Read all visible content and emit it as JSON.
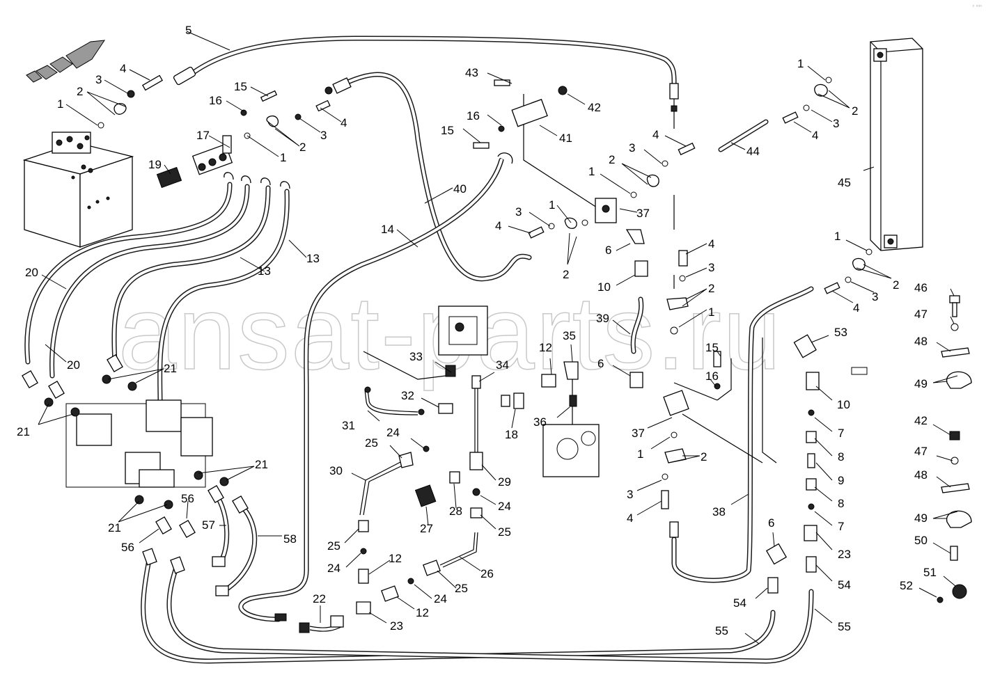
{
  "watermark": "ansat-parts.ru",
  "corner_mark": "▫ ▫▫▫",
  "callouts": {
    "c5": "5",
    "c4a": "4",
    "c3a": "3",
    "c2a": "2",
    "c1a": "1",
    "c15a": "15",
    "c16a": "16",
    "c17": "17",
    "c19": "19",
    "c4b": "4",
    "c3b": "3",
    "c2b": "2",
    "c1b": "1",
    "c13a": "13",
    "c13b": "13",
    "c20a": "20",
    "c20b": "20",
    "c21a": "21",
    "c21b": "21",
    "c21c": "21",
    "c21d": "21",
    "c56a": "56",
    "c56b": "56",
    "c57": "57",
    "c58": "58",
    "c14": "14",
    "c40": "40",
    "c43": "43",
    "c42": "42",
    "c16b": "16",
    "c15b": "15",
    "c41": "41",
    "c37a": "37",
    "c1c": "1",
    "c3c": "3",
    "c4c": "4",
    "c2c": "2",
    "c6a": "6",
    "c10a": "10",
    "c39": "39",
    "c6b": "6",
    "c4d": "4",
    "c3d": "3",
    "c2d": "2",
    "c1d": "1",
    "c1e": "1",
    "c2e": "2",
    "c3e": "3",
    "c4e": "4",
    "c44": "44",
    "c45": "45",
    "c4f": "4",
    "c3f": "3",
    "c2f": "2",
    "c1f": "1",
    "c1g": "1",
    "c2g": "2",
    "c3g": "3",
    "c4g": "4",
    "c15c": "15",
    "c16c": "16",
    "c37b": "37",
    "c1h": "1",
    "c2h": "2",
    "c3h": "3",
    "c4h": "4",
    "c53": "53",
    "c10b": "10",
    "c7a": "7",
    "c8a": "8",
    "c9": "9",
    "c8b": "8",
    "c7b": "7",
    "c23a": "23",
    "c6c": "6",
    "c54a": "54",
    "c54b": "54",
    "c55a": "55",
    "c55b": "55",
    "c38": "38",
    "c33": "33",
    "c34": "34",
    "c12a": "12",
    "c35": "35",
    "c32": "32",
    "c31": "31",
    "c18": "18",
    "c36": "36",
    "c24a": "24",
    "c25a": "25",
    "c30": "30",
    "c29": "29",
    "c28": "28",
    "c27": "27",
    "c24b": "24",
    "c25b": "25",
    "c25c": "25",
    "c24c": "24",
    "c12b": "12",
    "c26": "26",
    "c25d": "25",
    "c24d": "24",
    "c22": "22",
    "c23b": "23",
    "c12c": "12",
    "c46": "46",
    "c47a": "47",
    "c48a": "48",
    "c49a": "49",
    "c42b": "42",
    "c47b": "47",
    "c48b": "48",
    "c49b": "49",
    "c50": "50",
    "c51": "51",
    "c52": "52"
  }
}
